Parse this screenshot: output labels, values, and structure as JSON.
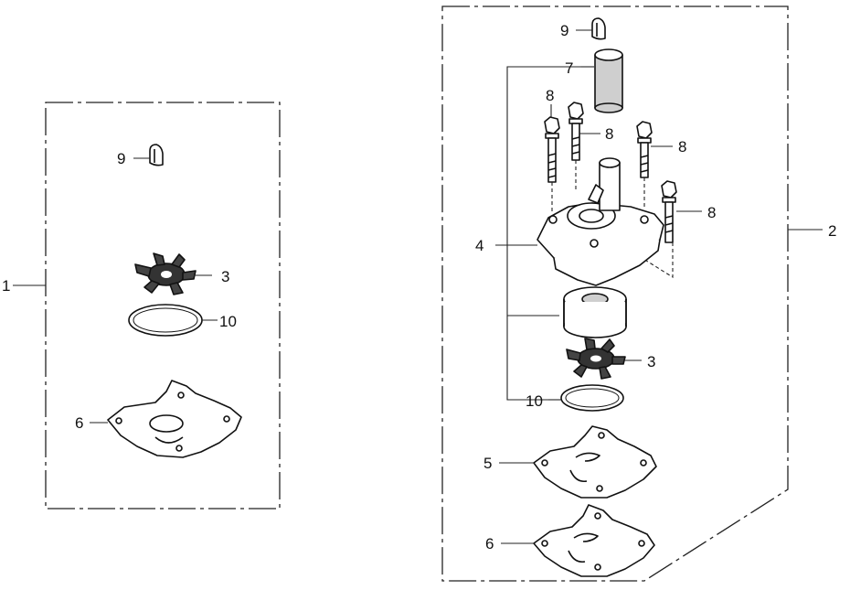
{
  "diagram": {
    "line_color": "#111111",
    "kit_left": {
      "callouts": {
        "kit": "1",
        "grommet": "9",
        "impeller": "3",
        "gasket_ring": "10",
        "gasket": "6"
      }
    },
    "kit_right": {
      "callouts": {
        "kit": "2",
        "grommet": "9",
        "sleeve": "7",
        "bolts": [
          "8",
          "8",
          "8",
          "8"
        ],
        "pump_housing": "4",
        "impeller": "3",
        "gasket_ring": "10",
        "liner_plate": "5",
        "gasket": "6"
      }
    }
  }
}
